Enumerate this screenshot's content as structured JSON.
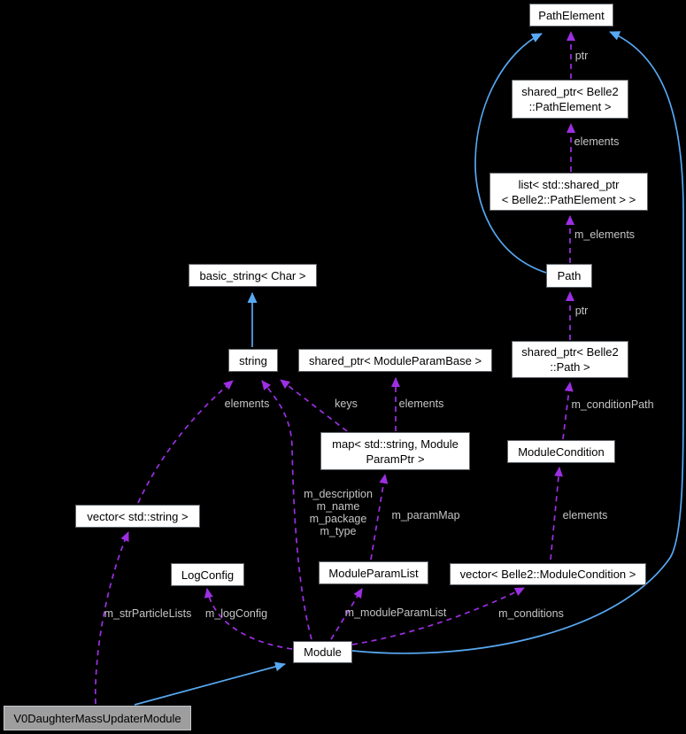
{
  "diagram": {
    "type": "collaboration-graph",
    "colors": {
      "background": "#000000",
      "node_fill": "#ffffff",
      "node_border": "#5e6368",
      "main_node_fill": "#9e9e9e",
      "main_node_border": "#c3c7cb",
      "node_text": "#000000",
      "edge_label_text": "#c5c5c5",
      "usage_edge": "#9d2fe3",
      "inheritance_edge": "#57a8f2"
    },
    "nodes": {
      "path_element": {
        "label": "PathElement"
      },
      "shared_ptr_path_element": {
        "label": "shared_ptr< Belle2\n::PathElement >"
      },
      "list_shared_ptr_path_element": {
        "label": "list< std::shared_ptr\n< Belle2::PathElement > >"
      },
      "path": {
        "label": "Path"
      },
      "shared_ptr_path": {
        "label": "shared_ptr< Belle2\n::Path >"
      },
      "module_condition": {
        "label": "ModuleCondition"
      },
      "basic_string": {
        "label": "basic_string< Char >"
      },
      "string": {
        "label": "string"
      },
      "shared_ptr_module_param_base": {
        "label": "shared_ptr< ModuleParamBase >"
      },
      "map_module_param_ptr": {
        "label": "map< std::string, Module\nParamPtr >"
      },
      "vector_std_string": {
        "label": "vector< std::string >"
      },
      "log_config": {
        "label": "LogConfig"
      },
      "module_param_list": {
        "label": "ModuleParamList"
      },
      "vector_module_condition": {
        "label": "vector< Belle2::ModuleCondition >"
      },
      "module": {
        "label": "Module"
      },
      "v0_daughter_mass_updater_module": {
        "label": "V0DaughterMassUpdaterModule"
      }
    },
    "edge_labels": {
      "ptr_path_element": "ptr",
      "elements_path_element": "elements",
      "m_elements": "m_elements",
      "ptr_path": "ptr",
      "m_condition_path": "m_conditionPath",
      "elements_module_condition": "elements",
      "elements_vector_string": "elements",
      "keys": "keys",
      "elements_map": "elements",
      "module_string_members": "m_description\nm_name\nm_package\nm_type",
      "m_param_map": "m_paramMap",
      "m_str_particle_lists": "m_strParticleLists",
      "m_log_config": "m_logConfig",
      "m_module_param_list": "m_moduleParamList",
      "m_conditions": "m_conditions"
    }
  }
}
